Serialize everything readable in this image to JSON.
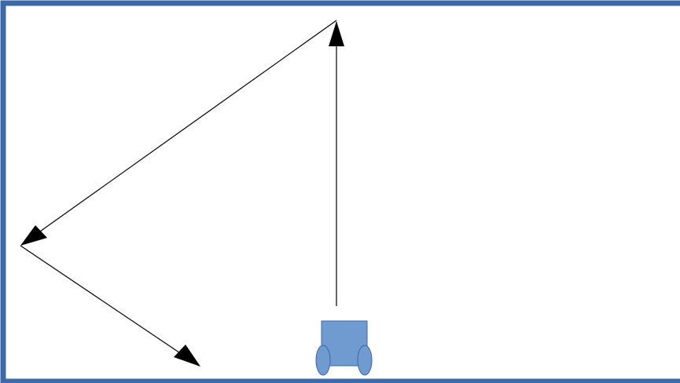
{
  "diagram": {
    "colors": {
      "border": "#3c69a8",
      "robot_fill": "#6f9bd1",
      "robot_stroke": "#3b66a3",
      "path": "#000000"
    },
    "elements": [
      "arena-border",
      "robot",
      "path-arrow-up",
      "path-arrow-left-down",
      "path-arrow-right-down"
    ]
  }
}
